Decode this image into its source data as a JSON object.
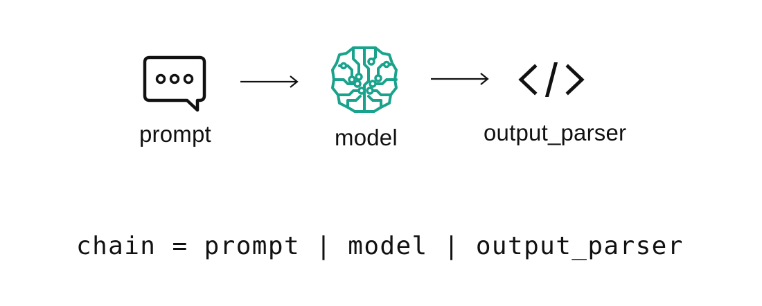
{
  "nodes": [
    {
      "label": "prompt",
      "icon": "chat-bubble-icon"
    },
    {
      "label": "model",
      "icon": "circuit-brain-icon"
    },
    {
      "label": "output_parser",
      "icon": "code-tag-icon"
    }
  ],
  "code": "chain = prompt | model | output_parser",
  "colors": {
    "accent": "#1aa38c",
    "text": "#111111",
    "background": "#ffffff"
  }
}
